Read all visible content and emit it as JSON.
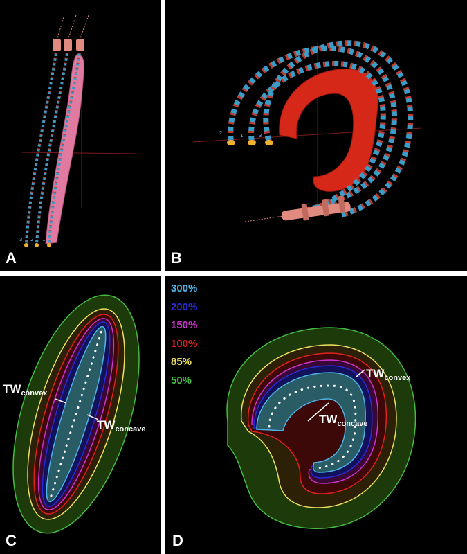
{
  "panels": [
    {
      "id": "A",
      "label": "A",
      "catheter_numbers": [
        "3",
        "2",
        "1"
      ]
    },
    {
      "id": "B",
      "label": "B",
      "catheter_numbers": [
        "2",
        "1",
        "3"
      ]
    },
    {
      "id": "C",
      "label": "C",
      "annotations": {
        "convex": {
          "main": "TW",
          "sub": "convex"
        },
        "concave": {
          "main": "TW",
          "sub": "concave"
        }
      }
    },
    {
      "id": "D",
      "label": "D",
      "annotations": {
        "convex": {
          "main": "TW",
          "sub": "convex"
        },
        "concave": {
          "main": "TW",
          "sub": "concave"
        }
      }
    }
  ],
  "isodose_legend": [
    {
      "label": "300%",
      "color": "#4fb3e8"
    },
    {
      "label": "200%",
      "color": "#2a2ad8"
    },
    {
      "label": "150%",
      "color": "#cc33cc"
    },
    {
      "label": "100%",
      "color": "#e02020"
    },
    {
      "label": "85%",
      "color": "#f0e060"
    },
    {
      "label": "50%",
      "color": "#44bb44"
    }
  ],
  "colors": {
    "catheter_blue": "#3a9dc8",
    "catheter_red": "#c0392b",
    "target_pink": "#e07aa0",
    "target_red": "#d62818",
    "applicator_pink": "#e08a80"
  }
}
